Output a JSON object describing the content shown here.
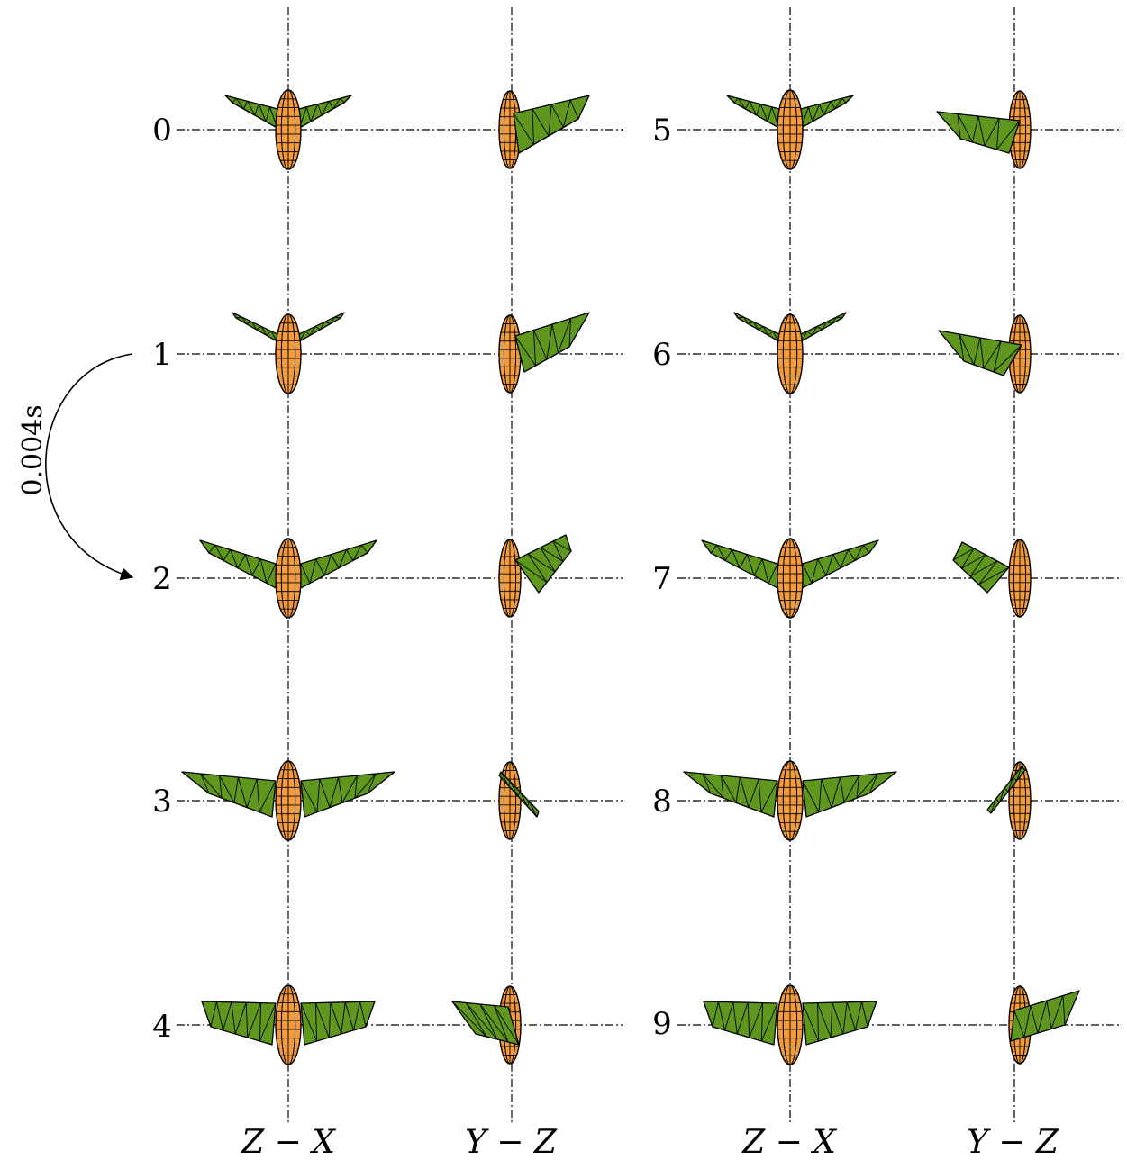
{
  "figure": {
    "time_step_label": "0.004s",
    "colors": {
      "wing": "#5e961e",
      "body": "#f39a3c",
      "line": "#000000"
    }
  },
  "columns": [
    {
      "label": "Z − X",
      "view": "front"
    },
    {
      "label": "Y − Z",
      "view": "side"
    },
    {
      "label": "Z − X",
      "view": "front"
    },
    {
      "label": "Y − Z",
      "view": "side"
    }
  ],
  "frames": [
    {
      "label": "0"
    },
    {
      "label": "1"
    },
    {
      "label": "2"
    },
    {
      "label": "3"
    },
    {
      "label": "4"
    },
    {
      "label": "5"
    },
    {
      "label": "6"
    },
    {
      "label": "7"
    },
    {
      "label": "8"
    },
    {
      "label": "9"
    }
  ]
}
